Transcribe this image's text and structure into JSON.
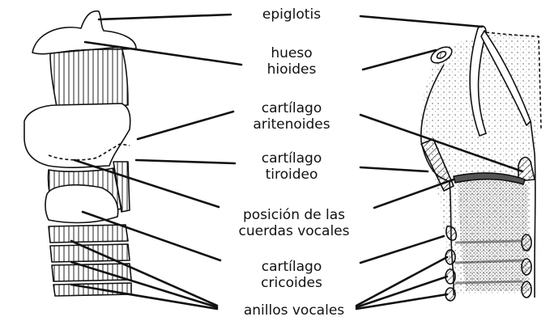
{
  "labels": {
    "epiglotis": "epiglotis",
    "hueso_1": "hueso",
    "hueso_2": "hioides",
    "aritenoides_1": "cartílago",
    "aritenoides_2": "aritenoides",
    "tiroideo_1": "cartílago",
    "tiroideo_2": "tiroideo",
    "cuerdas_1": "posición de las",
    "cuerdas_2": "cuerdas vocales",
    "cricoides_1": "cartílago",
    "cricoides_2": "cricoides",
    "anillos": "anillos vocales"
  },
  "colors": {
    "ink": "#111111",
    "paper": "#ffffff",
    "stipple": "#555555"
  }
}
